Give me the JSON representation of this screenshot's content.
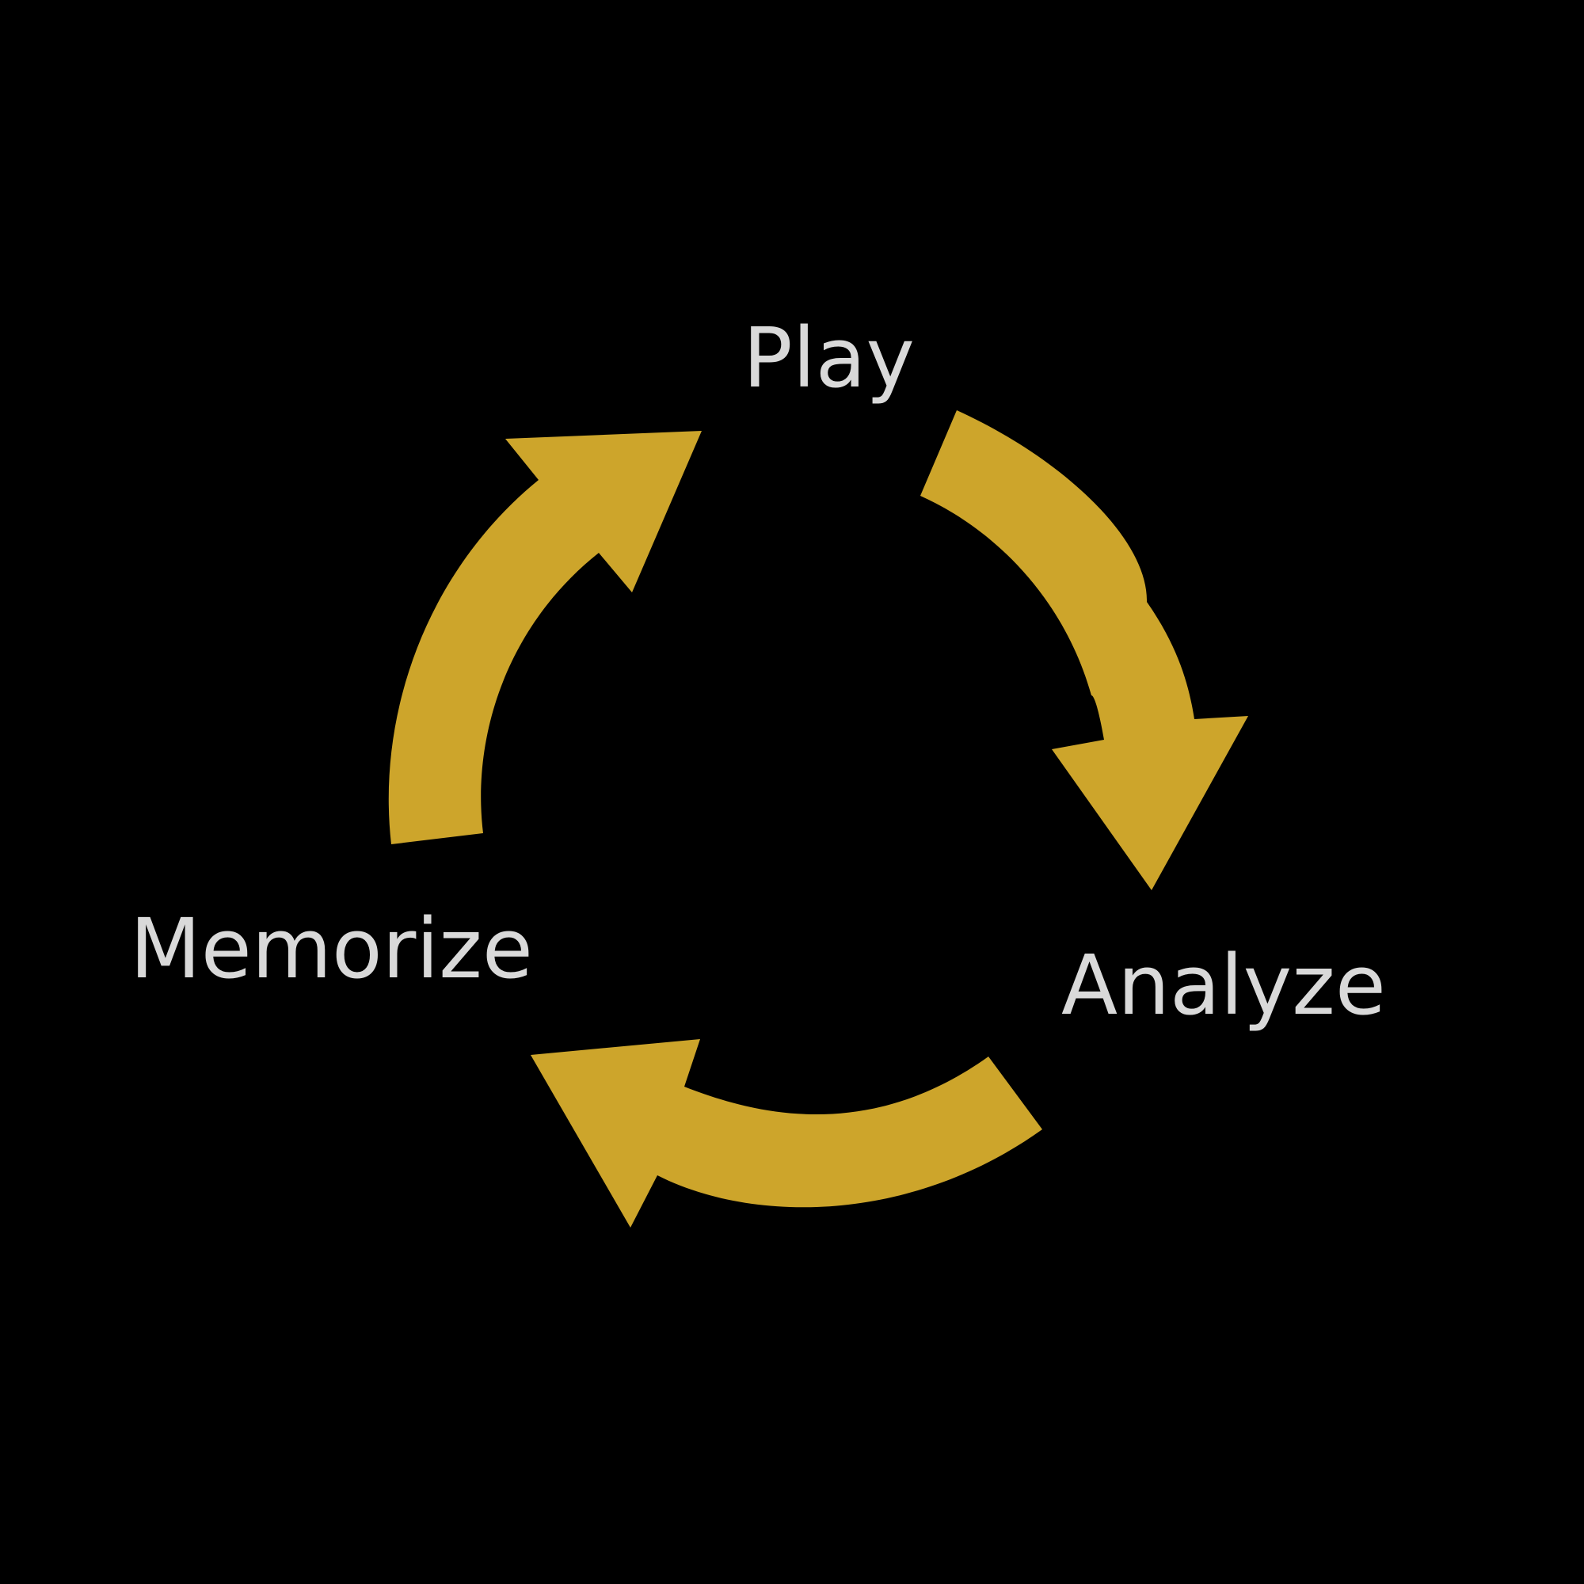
{
  "diagram": {
    "type": "cycle",
    "stages": [
      {
        "label": "Play"
      },
      {
        "label": "Analyze"
      },
      {
        "label": "Memorize"
      }
    ],
    "flow": [
      {
        "from": "Play",
        "to": "Analyze"
      },
      {
        "from": "Analyze",
        "to": "Memorize"
      },
      {
        "from": "Memorize",
        "to": "Play"
      }
    ],
    "colors": {
      "background": "#000000",
      "arrow": "#cda52b",
      "text": "#d9d9d9"
    }
  }
}
